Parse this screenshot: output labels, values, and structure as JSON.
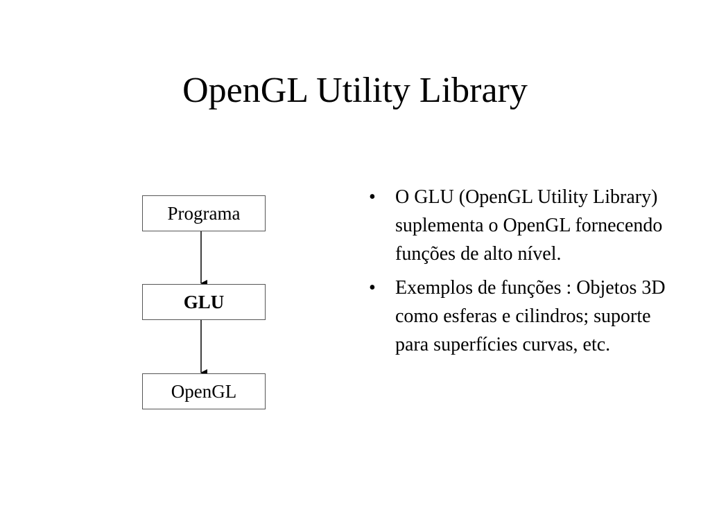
{
  "slide": {
    "title": "OpenGL Utility Library"
  },
  "diagram": {
    "boxes": [
      {
        "label": "Programa",
        "bold": false
      },
      {
        "label": "GLU",
        "bold": true
      },
      {
        "label": "OpenGL",
        "bold": false
      }
    ]
  },
  "bullets": [
    {
      "marker": "•",
      "text": "O GLU (OpenGL Utility Library) suplementa o OpenGL fornecendo funções de alto nível."
    },
    {
      "marker": "•",
      "text": "Exemplos de funções : Objetos 3D como esferas e cilindros; suporte para superfícies curvas, etc."
    }
  ]
}
